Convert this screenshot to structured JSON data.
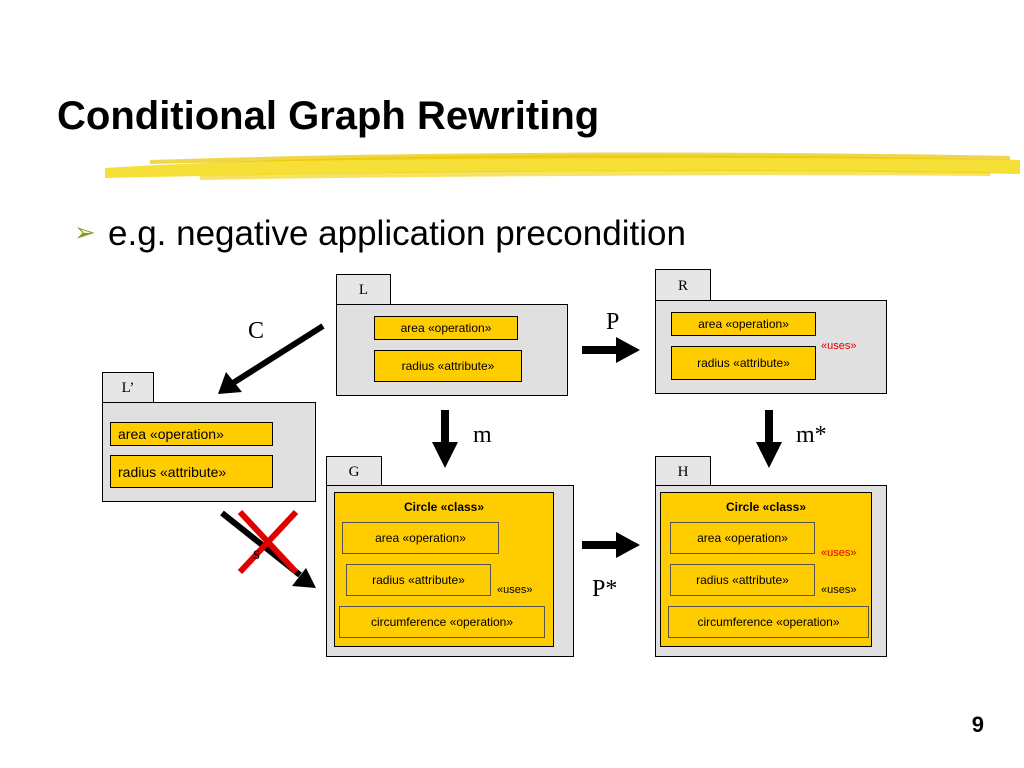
{
  "slide": {
    "title": "Conditional Graph Rewriting",
    "bullet": "e.g. negative application precondition",
    "page_number": "9"
  },
  "colors": {
    "node_fill": "#ffcc00",
    "panel_fill": "#e0e0e0",
    "red": "#e00000",
    "underline": "#f2d000",
    "bullet": "#8a9a1a"
  },
  "graphs": {
    "L": {
      "tab": "L",
      "nodes": [
        "area «operation»",
        "radius «attribute»"
      ]
    },
    "R": {
      "tab": "R",
      "nodes": [
        "area «operation»",
        "radius «attribute»"
      ],
      "edge_label": "«uses»"
    },
    "L_prime": {
      "tab": "L’",
      "nodes": [
        "area «operation»",
        "radius «attribute»"
      ]
    },
    "G": {
      "tab": "G",
      "class_title": "Circle «class»",
      "nodes": [
        "area «operation»",
        "radius «attribute»",
        "circumference «operation»"
      ],
      "edge_label": "«uses»"
    },
    "H": {
      "tab": "H",
      "class_title": "Circle «class»",
      "nodes": [
        "area «operation»",
        "radius «attribute»",
        "circumference «operation»"
      ],
      "edge_labels": [
        "«uses»",
        "«uses»"
      ]
    }
  },
  "arrows": {
    "P": "P",
    "C": "C",
    "m": "m",
    "m_star": "m*",
    "P_star": "P*",
    "s": "s"
  }
}
